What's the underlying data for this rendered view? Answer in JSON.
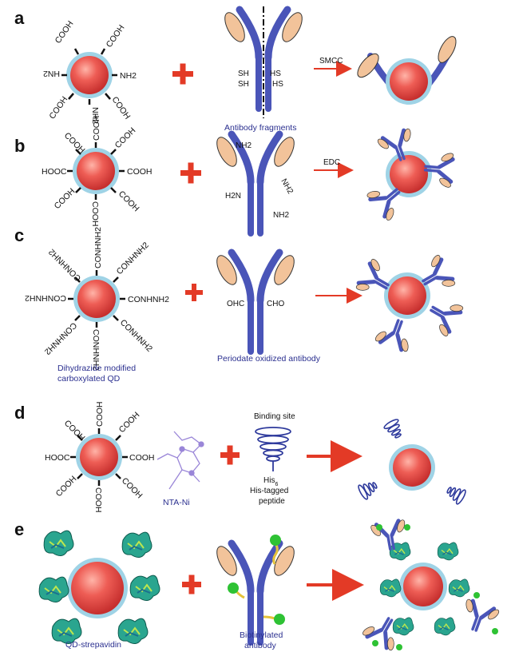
{
  "panels": [
    {
      "letter": "a",
      "groups": [
        "COOH",
        "COOH",
        "HN2",
        "NH2",
        "COOH",
        "COOH",
        "NH2"
      ],
      "thiols_left": [
        "SH",
        "SH"
      ],
      "thiols_right": [
        "HS",
        "HS"
      ],
      "caption": "Antibody fragments",
      "arrow": "SMCC"
    },
    {
      "letter": "b",
      "groups": [
        "COOH",
        "COOH",
        "COOH",
        "HOOC",
        "COOH",
        "COOH",
        "COOH",
        "COOH"
      ],
      "amines": [
        "NH2",
        "NH2",
        "H2N",
        "NH2"
      ],
      "arrow": "EDC"
    },
    {
      "letter": "c",
      "groups": [
        "CONHNH2",
        "CONHNH2",
        "CONHNH2",
        "CONHNH2",
        "CONHNH2",
        "CONHNH2",
        "CONHNH2",
        "CONHNH2"
      ],
      "aldehydes": [
        "OHC",
        "CHO"
      ],
      "caption": "Periodate oxidized antibody",
      "qd_caption": [
        "Dihydrazide modified",
        "carboxylated QD"
      ]
    },
    {
      "letter": "d",
      "groups": [
        "COOH",
        "COOH",
        "COOH",
        "HOOC",
        "COOH",
        "COOH",
        "COOH",
        "COOH"
      ],
      "nta": "NTA-Ni",
      "binding_site": "Binding site",
      "his": "His",
      "his_sub": "6",
      "peptide": [
        "His-tagged",
        "peptide"
      ]
    },
    {
      "letter": "e",
      "qd_caption": "QD-strepavidin",
      "caption": [
        "Biotinylated",
        "antibody"
      ]
    }
  ],
  "colors": {
    "qd": "#e8504f",
    "shell": "#9fd3e6",
    "antibody": "#4a55b8",
    "fab": "#f2c39a",
    "arrow": "#e33a26",
    "plus": "#e33a26",
    "strep": "#2aa58f",
    "biotin": "#2ec234",
    "linker": "#e5c23a"
  }
}
